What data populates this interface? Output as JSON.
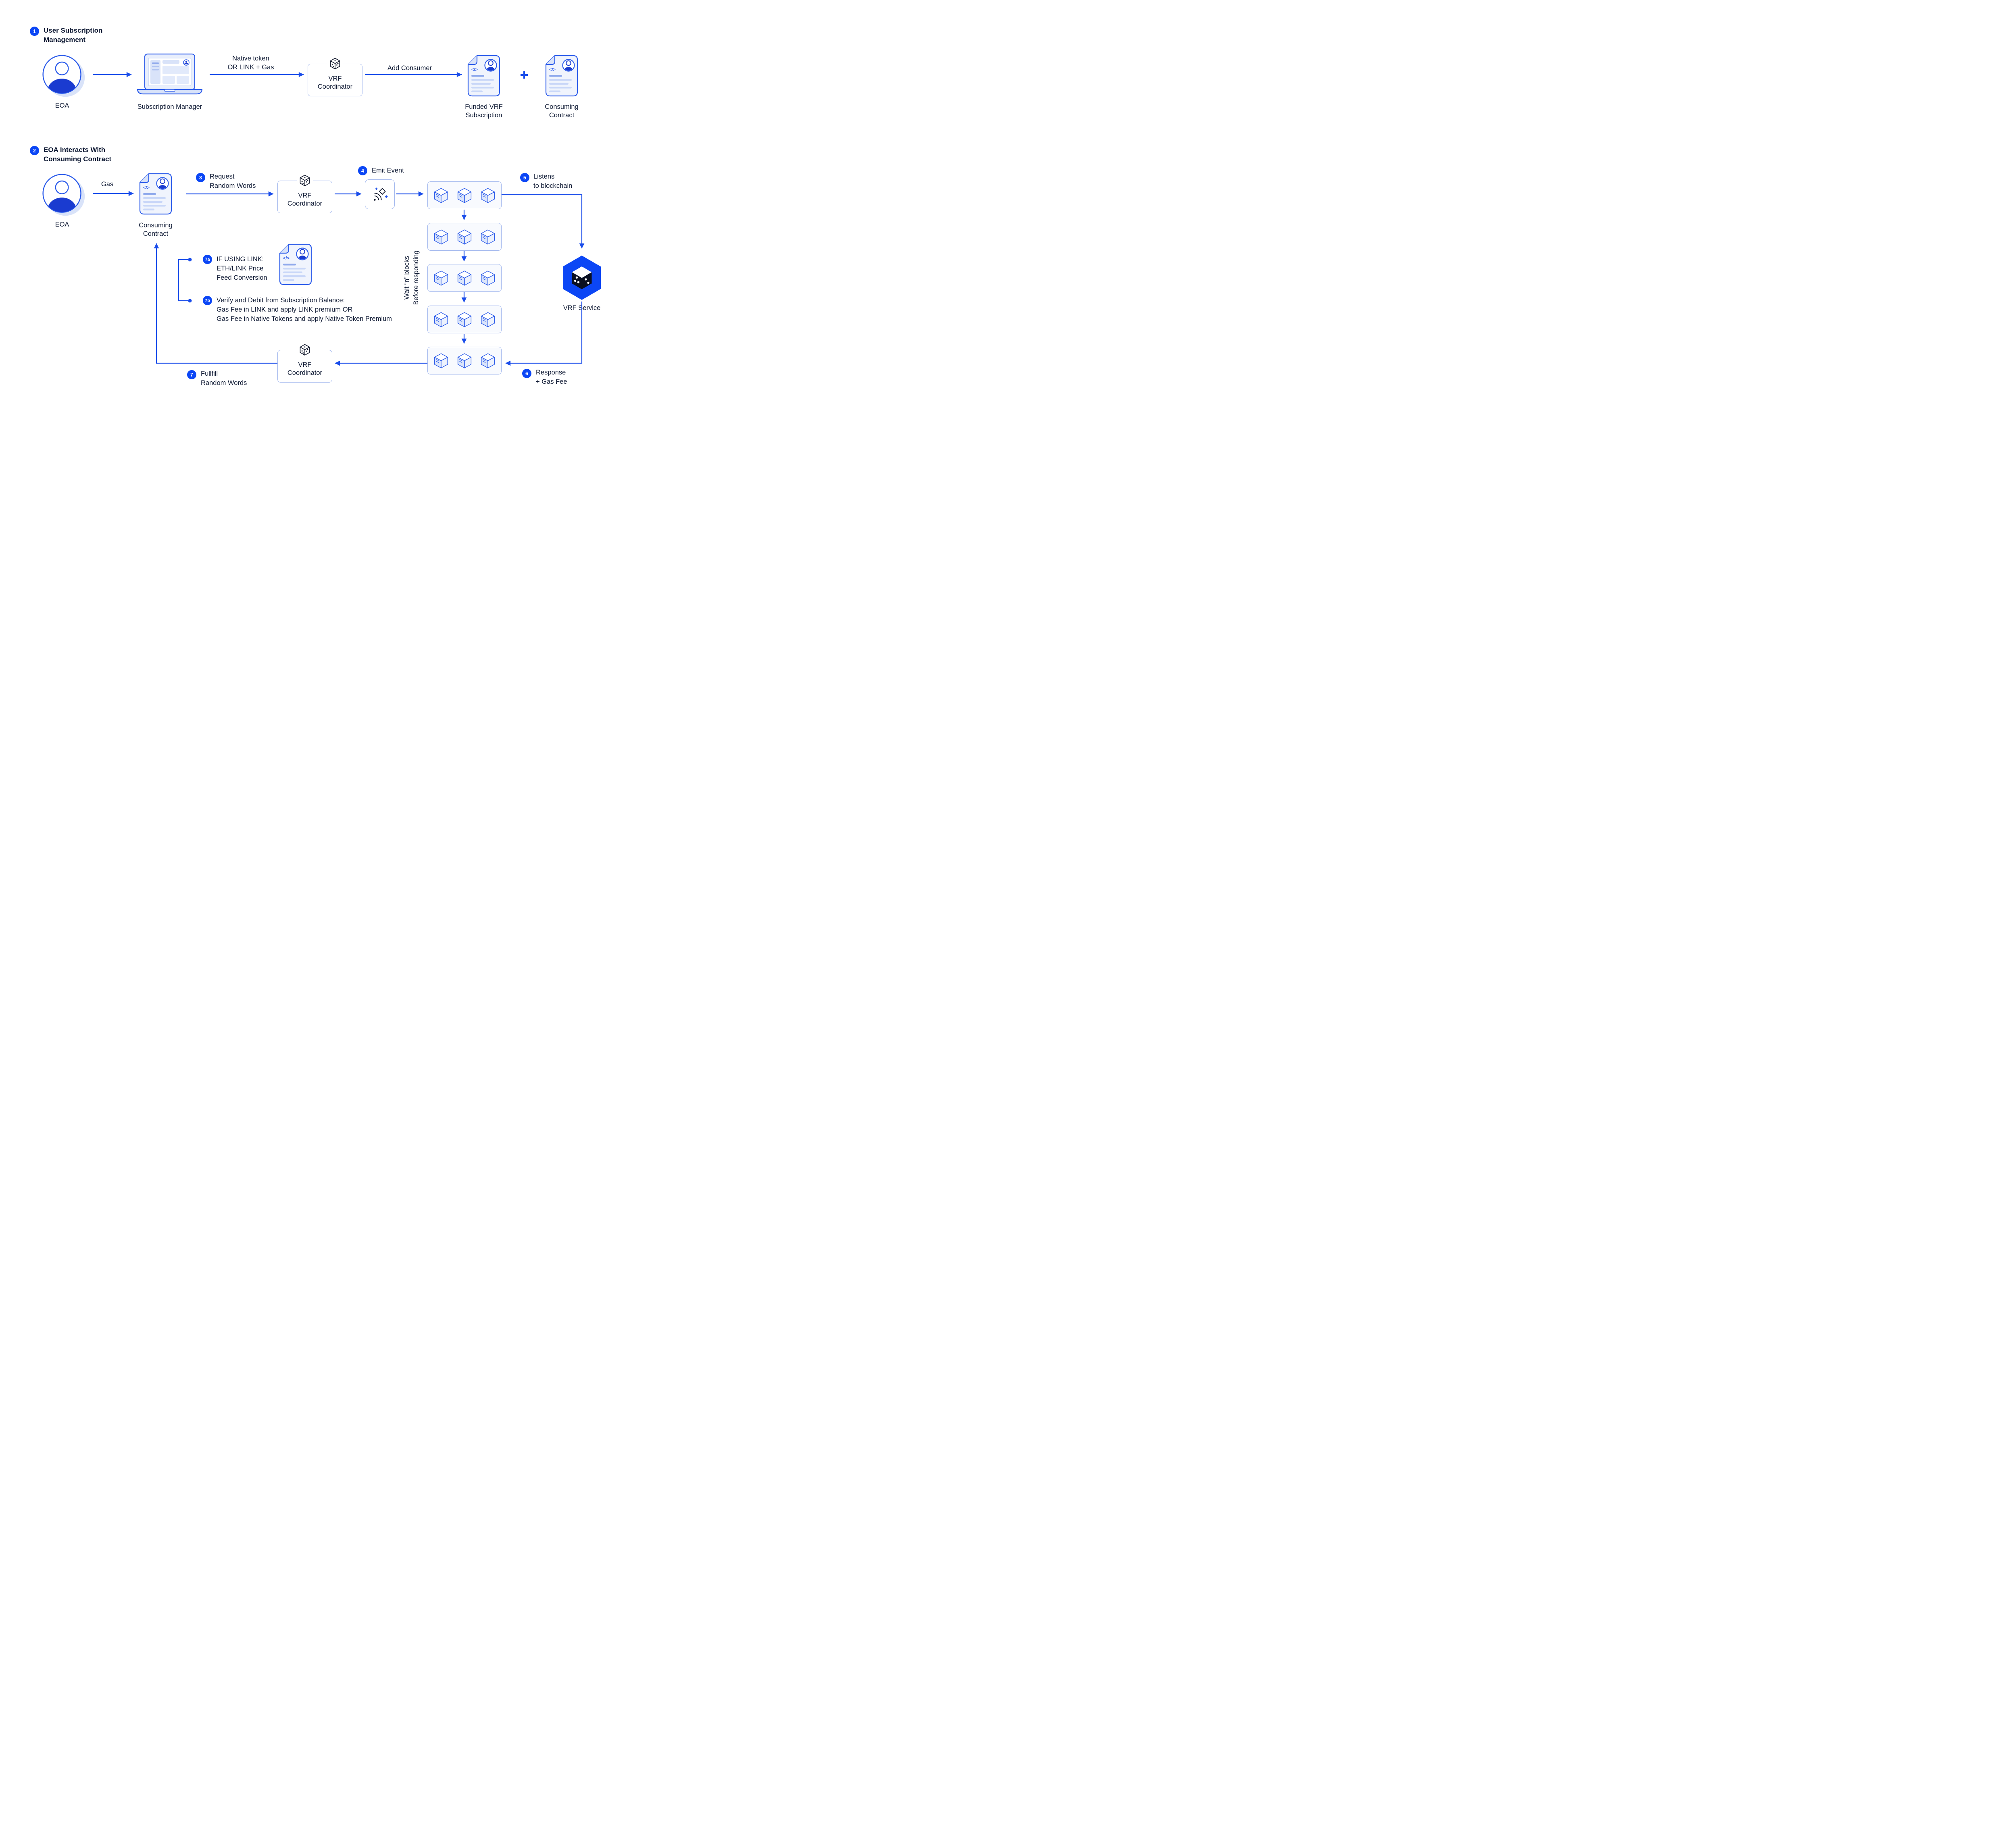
{
  "colors": {
    "accent": "#1A4DEA",
    "badge": "#0B46F5",
    "dark_text": "#0F1A34",
    "light_border": "#A3B8EE",
    "light_fill": "#E9EFFC",
    "hexagon": "#0B46F5"
  },
  "section1": {
    "num": "1",
    "title": "User Subscription\nManagement"
  },
  "section2": {
    "num": "2",
    "title": "EOA Interacts With\nConsuming Contract"
  },
  "nodes": {
    "eoa1": "EOA",
    "subscription_manager": "Subscription Manager",
    "vrf_coordinator": "VRF\nCoordinator",
    "funded_vrf_subscription": "Funded VRF\nSubscription",
    "consuming_contract": "Consuming\nContract",
    "plus": "+",
    "eoa2": "EOA",
    "consuming_contract2": "Consuming\nContract",
    "vrf_service": "VRF Service"
  },
  "edges": {
    "native_token": "Native token\nOR LINK + Gas",
    "add_consumer": "Add Consumer",
    "gas": "Gas",
    "wait_blocks": "Wait “n” blocks\nBefore responding"
  },
  "steps": {
    "s3": {
      "num": "3",
      "label": "Request\nRandom Words"
    },
    "s4": {
      "num": "4",
      "label": "Emit Event"
    },
    "s5": {
      "num": "5",
      "label": "Listens\nto blockchain"
    },
    "s6": {
      "num": "6",
      "label": "Response\n+ Gas Fee"
    },
    "s7": {
      "num": "7",
      "label": "Fullfill\nRandom Words"
    },
    "s7a": {
      "num": "7a",
      "label": "IF USING LINK:\nETH/LINK Price\nFeed Conversion"
    },
    "s7b": {
      "num": "7b",
      "label": "Verify and Debit from Subscription Balance:\nGas Fee in LINK and apply LINK premium OR\nGas Fee in Native Tokens and apply Native Token Premium"
    }
  },
  "icons": {
    "code_glyph": "</>"
  }
}
